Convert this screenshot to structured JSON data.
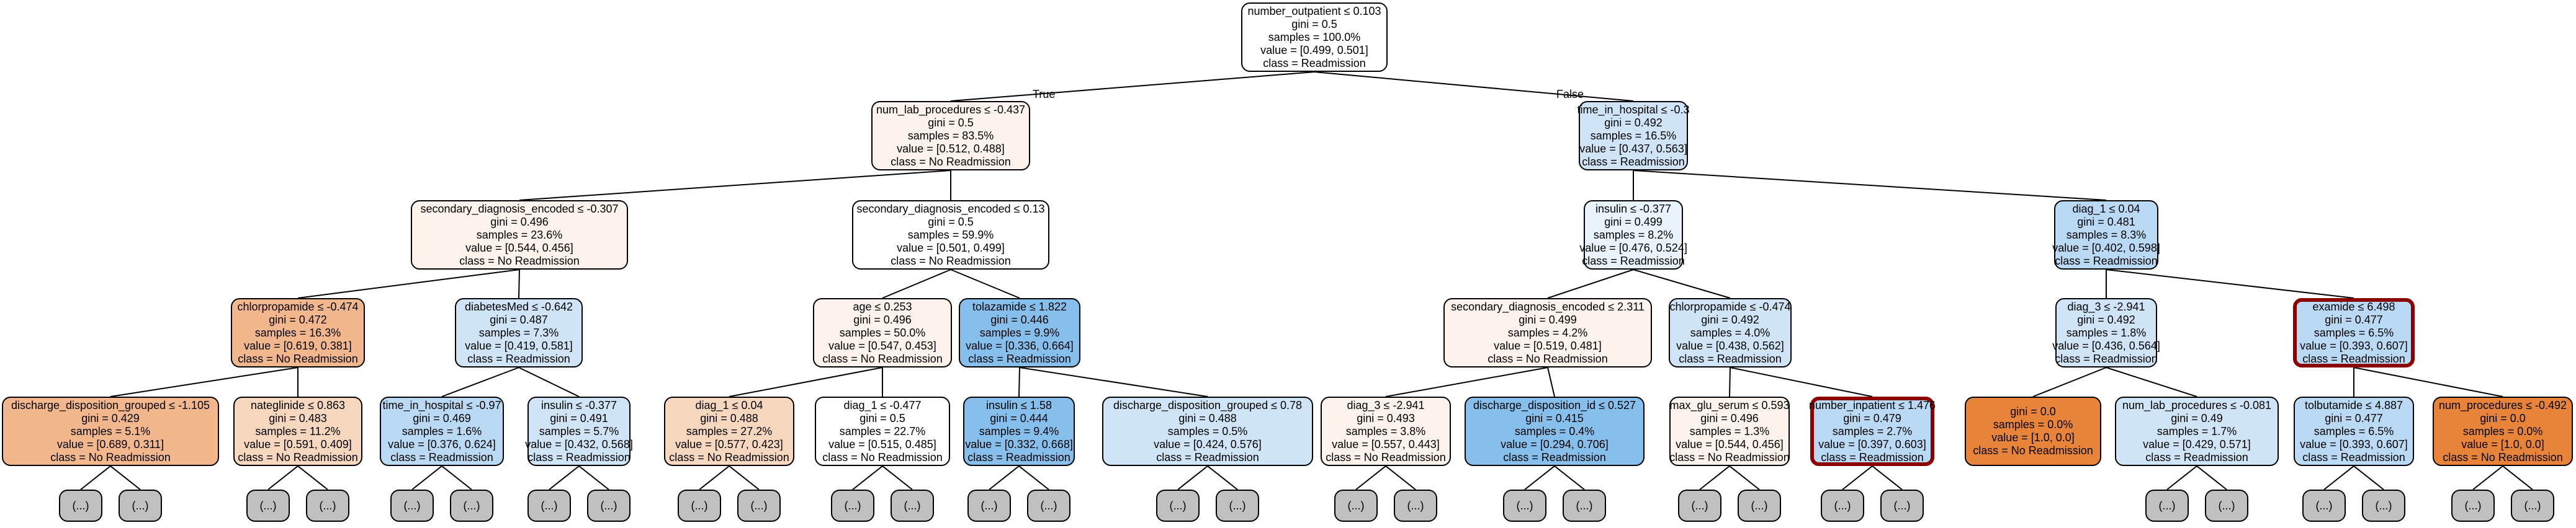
{
  "edge_labels": {
    "true_label": "True",
    "false_label": "False"
  },
  "colors": {
    "blue_strong": "#86bfec",
    "blue_medium": "#b9d9f4",
    "blue_light": "#cfe5f7",
    "blue_pale": "#e9f3fc",
    "orange_strong": "#e8833a",
    "orange_medium": "#f2b78d",
    "orange_light": "#f8d7bf",
    "orange_pale": "#fdf3ec",
    "neutral": "#ffffff",
    "truncated_leaf": "#c0c0c0",
    "highlight_border": "#8b0000"
  },
  "truncated_label": "(...)",
  "nodes": {
    "n0": [
      "number_outpatient ≤ 0.103",
      "gini = 0.5",
      "samples = 100.0%",
      "value = [0.499, 0.501]",
      "class = Readmission"
    ],
    "n1": [
      "num_lab_procedures ≤ -0.437",
      "gini = 0.5",
      "samples = 83.5%",
      "value = [0.512, 0.488]",
      "class = No Readmission"
    ],
    "n2": [
      "time_in_hospital ≤ -0.3",
      "gini = 0.492",
      "samples = 16.5%",
      "value = [0.437, 0.563]",
      "class = Readmission"
    ],
    "n3": [
      "secondary_diagnosis_encoded ≤ -0.307",
      "gini = 0.496",
      "samples = 23.6%",
      "value = [0.544, 0.456]",
      "class = No Readmission"
    ],
    "n4": [
      "secondary_diagnosis_encoded ≤ 0.13",
      "gini = 0.5",
      "samples = 59.9%",
      "value = [0.501, 0.499]",
      "class = No Readmission"
    ],
    "n5": [
      "insulin ≤ -0.377",
      "gini = 0.499",
      "samples = 8.2%",
      "value = [0.476, 0.524]",
      "class = Readmission"
    ],
    "n6": [
      "diag_1 ≤ 0.04",
      "gini = 0.481",
      "samples = 8.3%",
      "value = [0.402, 0.598]",
      "class = Readmission"
    ],
    "n7": [
      "chlorpropamide ≤ -0.474",
      "gini = 0.472",
      "samples = 16.3%",
      "value = [0.619, 0.381]",
      "class = No Readmission"
    ],
    "n8": [
      "diabetesMed ≤ -0.642",
      "gini = 0.487",
      "samples = 7.3%",
      "value = [0.419, 0.581]",
      "class = Readmission"
    ],
    "n9": [
      "age ≤ 0.253",
      "gini = 0.496",
      "samples = 50.0%",
      "value = [0.547, 0.453]",
      "class = No Readmission"
    ],
    "n10": [
      "tolazamide ≤ 1.822",
      "gini = 0.446",
      "samples = 9.9%",
      "value = [0.336, 0.664]",
      "class = Readmission"
    ],
    "n11": [
      "secondary_diagnosis_encoded ≤ 2.311",
      "gini = 0.499",
      "samples = 4.2%",
      "value = [0.519, 0.481]",
      "class = No Readmission"
    ],
    "n12": [
      "chlorpropamide ≤ -0.474",
      "gini = 0.492",
      "samples = 4.0%",
      "value = [0.438, 0.562]",
      "class = Readmission"
    ],
    "n13": [
      "diag_3 ≤ -2.941",
      "gini = 0.492",
      "samples = 1.8%",
      "value = [0.436, 0.564]",
      "class = Readmission"
    ],
    "n14": [
      "examide ≤ 6.498",
      "gini = 0.477",
      "samples = 6.5%",
      "value = [0.393, 0.607]",
      "class = Readmission"
    ],
    "n15": [
      "discharge_disposition_grouped ≤ -1.105",
      "gini = 0.429",
      "samples = 5.1%",
      "value = [0.689, 0.311]",
      "class = No Readmission"
    ],
    "n16": [
      "nateglinide ≤ 0.863",
      "gini = 0.483",
      "samples = 11.2%",
      "value = [0.591, 0.409]",
      "class = No Readmission"
    ],
    "n17": [
      "time_in_hospital ≤ -0.97",
      "gini = 0.469",
      "samples = 1.6%",
      "value = [0.376, 0.624]",
      "class = Readmission"
    ],
    "n18": [
      "insulin ≤ -0.377",
      "gini = 0.491",
      "samples = 5.7%",
      "value = [0.432, 0.568]",
      "class = Readmission"
    ],
    "n19": [
      "diag_1 ≤ 0.04",
      "gini = 0.488",
      "samples = 27.2%",
      "value = [0.577, 0.423]",
      "class = No Readmission"
    ],
    "n20": [
      "diag_1 ≤ -0.477",
      "gini = 0.5",
      "samples = 22.7%",
      "value = [0.515, 0.485]",
      "class = No Readmission"
    ],
    "n21": [
      "insulin ≤ 1.58",
      "gini = 0.444",
      "samples = 9.4%",
      "value = [0.332, 0.668]",
      "class = Readmission"
    ],
    "n22": [
      "discharge_disposition_grouped ≤ 0.78",
      "gini = 0.488",
      "samples = 0.5%",
      "value = [0.424, 0.576]",
      "class = Readmission"
    ],
    "n23": [
      "diag_3 ≤ -2.941",
      "gini = 0.493",
      "samples = 3.8%",
      "value = [0.557, 0.443]",
      "class = No Readmission"
    ],
    "n24": [
      "discharge_disposition_id ≤ 0.527",
      "gini = 0.415",
      "samples = 0.4%",
      "value = [0.294, 0.706]",
      "class = Readmission"
    ],
    "n25": [
      "max_glu_serum ≤ 0.593",
      "gini = 0.496",
      "samples = 1.3%",
      "value = [0.544, 0.456]",
      "class = No Readmission"
    ],
    "n26": [
      "number_inpatient ≤ 1.476",
      "gini = 0.479",
      "samples = 2.7%",
      "value = [0.397, 0.603]",
      "class = Readmission"
    ],
    "n27": [
      "gini = 0.0",
      "samples = 0.0%",
      "value = [1.0, 0.0]",
      "class = No Readmission"
    ],
    "n28": [
      "num_lab_procedures ≤ -0.081",
      "gini = 0.49",
      "samples = 1.7%",
      "value = [0.429, 0.571]",
      "class = Readmission"
    ],
    "n29": [
      "tolbutamide ≤ 4.887",
      "gini = 0.477",
      "samples = 6.5%",
      "value = [0.393, 0.607]",
      "class = Readmission"
    ],
    "n30": [
      "num_procedures ≤ -0.492",
      "gini = 0.0",
      "samples = 0.0%",
      "value = [1.0, 0.0]",
      "class = No Readmission"
    ]
  }
}
